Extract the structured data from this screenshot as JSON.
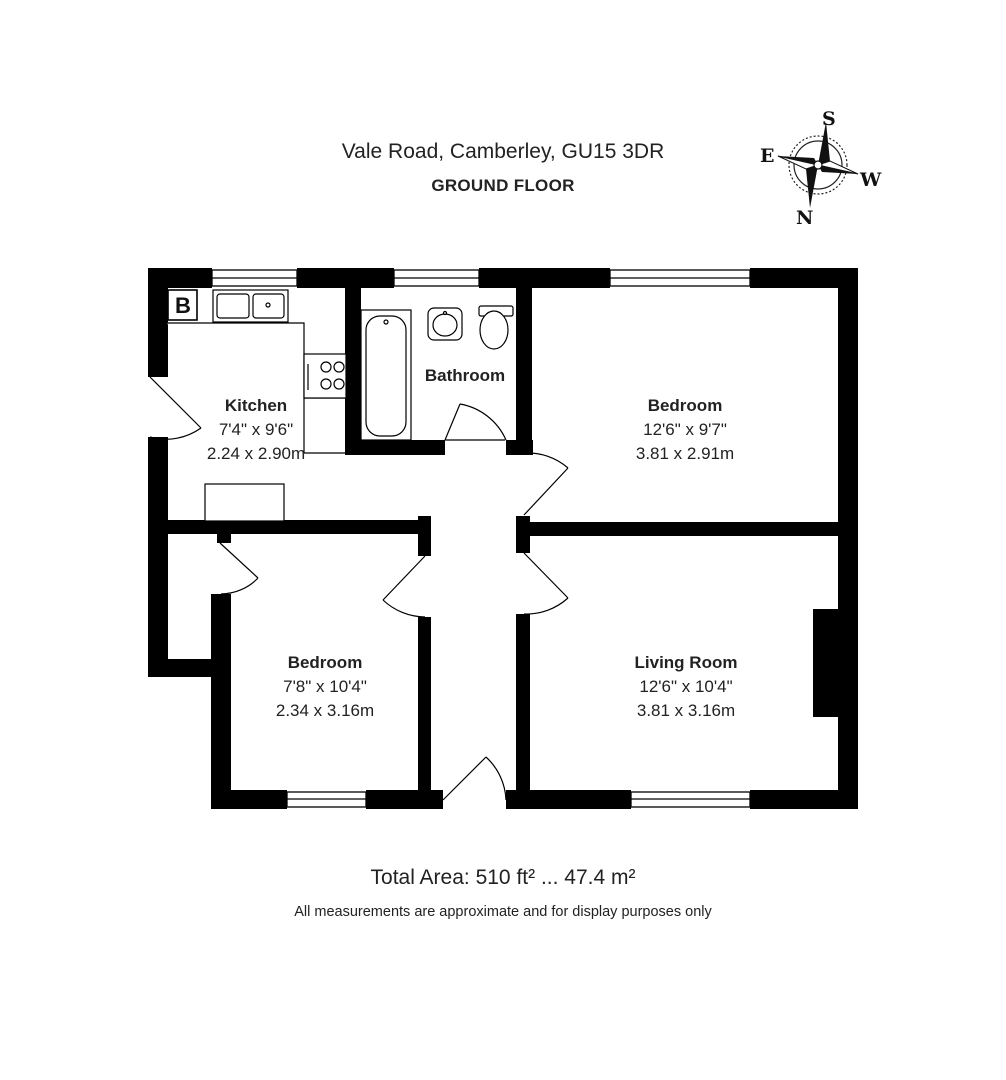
{
  "header": {
    "address": "Vale Road, Camberley, GU15 3DR",
    "floor": "GROUND FLOOR"
  },
  "compass": {
    "n": "N",
    "s": "S",
    "e": "E",
    "w": "W"
  },
  "boiler_label": "B",
  "rooms": {
    "kitchen": {
      "name": "Kitchen",
      "imperial": "7'4\" x 9'6\"",
      "metric": "2.24 x 2.90m"
    },
    "bathroom": {
      "name": "Bathroom"
    },
    "bedroom1": {
      "name": "Bedroom",
      "imperial": "12'6\" x 9'7\"",
      "metric": "3.81 x 2.91m"
    },
    "bedroom2": {
      "name": "Bedroom",
      "imperial": "7'8\" x 10'4\"",
      "metric": "2.34 x 3.16m"
    },
    "living": {
      "name": "Living Room",
      "imperial": "12'6\" x 10'4\"",
      "metric": "3.81 x 3.16m"
    }
  },
  "footer": {
    "total_area": "Total Area: 510 ft² ... 47.4 m²",
    "disclaimer": "All measurements are approximate and for display purposes only"
  }
}
